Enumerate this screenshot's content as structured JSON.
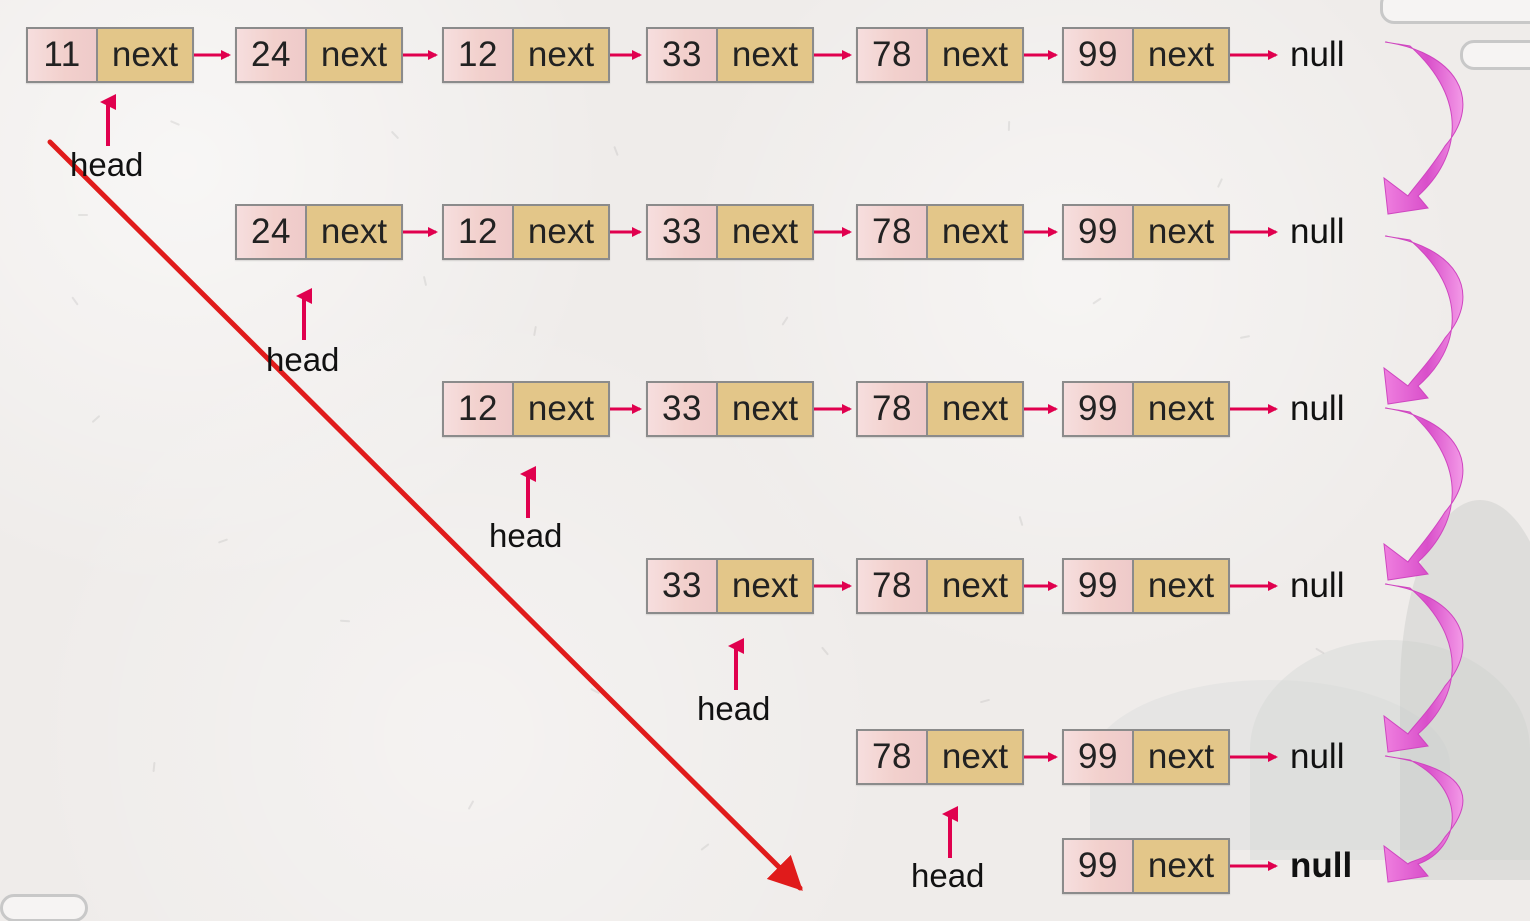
{
  "diagram": {
    "rows": [
      {
        "values": [
          "11",
          "24",
          "12",
          "33",
          "78",
          "99"
        ]
      },
      {
        "values": [
          "24",
          "12",
          "33",
          "78",
          "99"
        ]
      },
      {
        "values": [
          "12",
          "33",
          "78",
          "99"
        ]
      },
      {
        "values": [
          "33",
          "78",
          "99"
        ]
      },
      {
        "values": [
          "78",
          "99"
        ]
      },
      {
        "values": [
          "99"
        ]
      }
    ],
    "pointer_label": "next",
    "terminal_label": "null",
    "head_label": "head"
  },
  "colors": {
    "background": "#efecea",
    "value_cell": "#f2d0cc",
    "next_cell": "#e3c689",
    "node_border": "#8b8b8b",
    "link_arrow": "#e0004e",
    "head_arrow": "#e0004e",
    "diagonal_arrow": "#e01b1b",
    "curved_arrow": "#e45fd3"
  },
  "icons": {
    "link_arrow": "right-arrow-icon",
    "head_arrow": "up-arrow-icon",
    "diagonal_arrow": "diagonal-arrow-icon",
    "curved_arrow": "curved-down-arrow-icon",
    "cursor": "mouse-cursor-icon"
  }
}
